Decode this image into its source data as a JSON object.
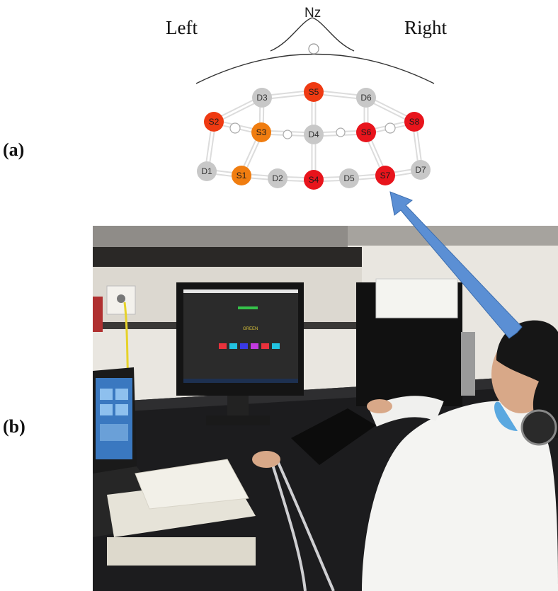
{
  "panels": {
    "a": "(a)",
    "b": "(b)"
  },
  "montage": {
    "nz": "Nz",
    "left": "Left",
    "right": "Right",
    "colors": {
      "detector": "#c8c8c8",
      "source_red": "#e8141c",
      "source_redorange": "#ef3a12",
      "source_orange": "#f07d10",
      "link": "#dcdcdc",
      "outline": "#333333"
    },
    "sources": [
      {
        "id": "S1",
        "color": "source_orange"
      },
      {
        "id": "S2",
        "color": "source_redorange"
      },
      {
        "id": "S3",
        "color": "source_orange"
      },
      {
        "id": "S4",
        "color": "source_red"
      },
      {
        "id": "S5",
        "color": "source_redorange"
      },
      {
        "id": "S6",
        "color": "source_red"
      },
      {
        "id": "S7",
        "color": "source_red"
      },
      {
        "id": "S8",
        "color": "source_red"
      }
    ],
    "detectors": [
      "D1",
      "D2",
      "D3",
      "D4",
      "D5",
      "D6",
      "D7"
    ]
  },
  "photo": {
    "screen_word": "GREEN",
    "screen_bar_color": "#35c24a",
    "screen_boxes": [
      "#e8323c",
      "#22c3e0",
      "#3a3ae6",
      "#c23ae0",
      "#e8323c",
      "#22c3e0"
    ],
    "arrow_color": "#5b8fd4"
  }
}
